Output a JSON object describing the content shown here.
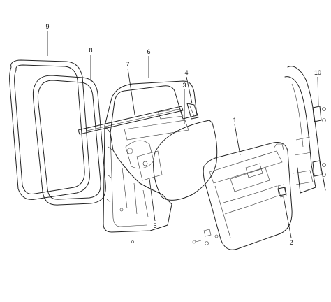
{
  "callouts": {
    "c1": "1",
    "c2": "2",
    "c3": "3",
    "c4": "4",
    "c5": "5",
    "c6": "6",
    "c7": "7",
    "c8": "8",
    "c9": "9",
    "c10": "10"
  },
  "colors": {
    "line": "#222222",
    "hatch": "#555555",
    "background": "#ffffff"
  }
}
